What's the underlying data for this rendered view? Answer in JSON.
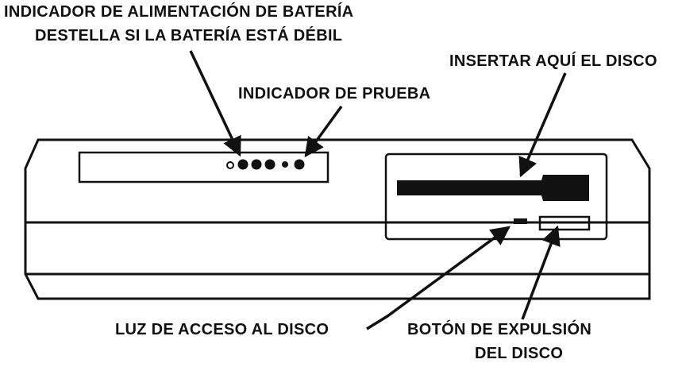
{
  "labels": {
    "battery_line1": "INDICADOR DE ALIMENTACIÓN DE BATERÍA",
    "battery_line2": "DESTELLA SI LA BATERÍA ESTÁ DÉBIL",
    "test_indicator": "INDICADOR DE PRUEBA",
    "insert_disk": "INSERTAR AQUÍ EL DISCO",
    "disk_access_light": "LUZ DE ACCESO AL DISCO",
    "eject_line1": "BOTÓN DE EXPULSIÓN",
    "eject_line2": "DEL DISCO"
  },
  "colors": {
    "ink": "#111111",
    "paper": "#ffffff"
  }
}
